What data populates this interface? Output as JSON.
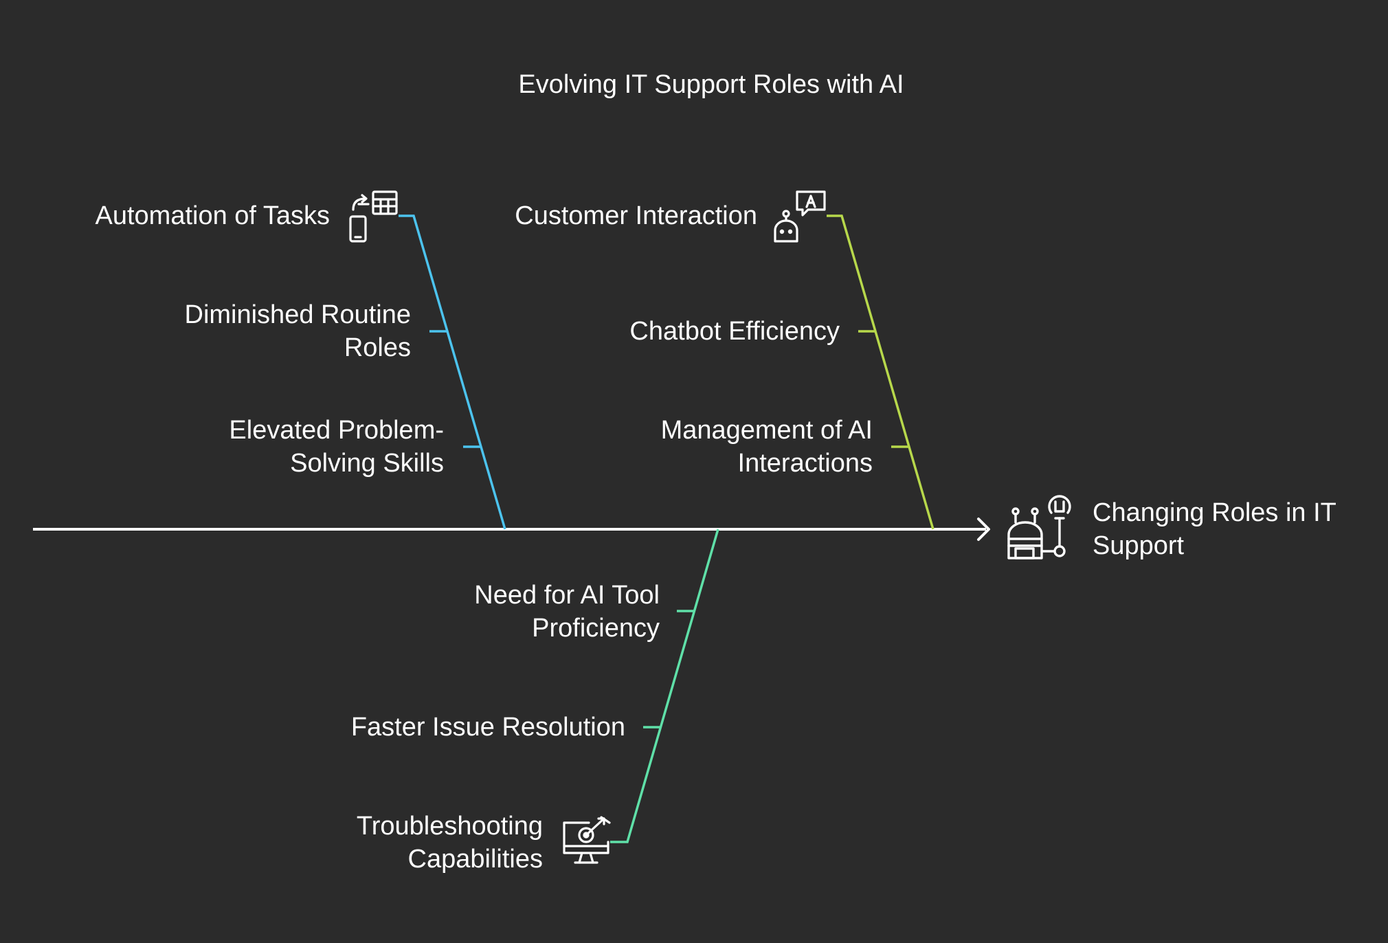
{
  "title": "Evolving IT Support Roles with AI",
  "effect": {
    "label_line1": "Changing Roles in IT",
    "label_line2": "Support",
    "icon": "robot-wrench-icon"
  },
  "branches": [
    {
      "id": "automation",
      "color": "#4cc3ee",
      "head_line1": "Automation of Tasks",
      "head_line2": "",
      "icon": "phone-sync-calculator-icon",
      "causes": [
        {
          "line1": "Diminished Routine",
          "line2": "Roles"
        },
        {
          "line1": "Elevated Problem-",
          "line2": "Solving Skills"
        }
      ]
    },
    {
      "id": "customer",
      "color": "#b7d84b",
      "head_line1": "Customer Interaction",
      "head_line2": "",
      "icon": "chatbot-speech-icon",
      "causes": [
        {
          "line1": "Chatbot Efficiency",
          "line2": ""
        },
        {
          "line1": "Management of AI",
          "line2": "Interactions"
        }
      ]
    },
    {
      "id": "troubleshooting",
      "color": "#5fe0a8",
      "head_line1": "Troubleshooting",
      "head_line2": "Capabilities",
      "icon": "monitor-target-icon",
      "causes": [
        {
          "line1": "Need for AI Tool",
          "line2": "Proficiency"
        },
        {
          "line1": "Faster Issue Resolution",
          "line2": ""
        }
      ]
    }
  ]
}
